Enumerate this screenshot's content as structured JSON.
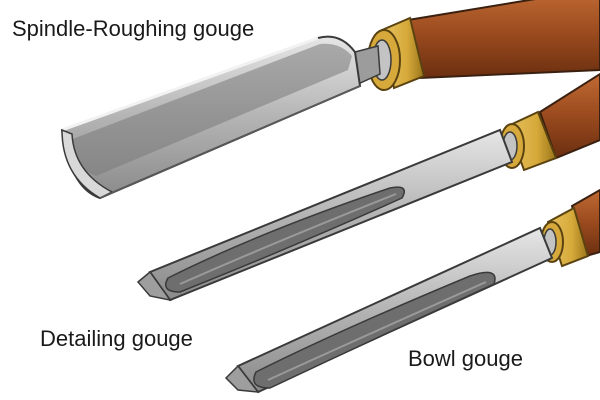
{
  "labels": {
    "spindle_roughing": "Spindle-Roughing gouge",
    "detailing": "Detailing gouge",
    "bowl": "Bowl gouge"
  },
  "colors": {
    "steel_light": "#dcdcdc",
    "steel_mid": "#a8a8a8",
    "steel_dark": "#6e6e6e",
    "outline": "#3a3a3a",
    "ferrule": "#d6a93a",
    "ferrule_dark": "#9a7419",
    "handle": "#9a4a1e",
    "handle_light": "#c06a34",
    "handle_dark": "#6b2f10"
  }
}
